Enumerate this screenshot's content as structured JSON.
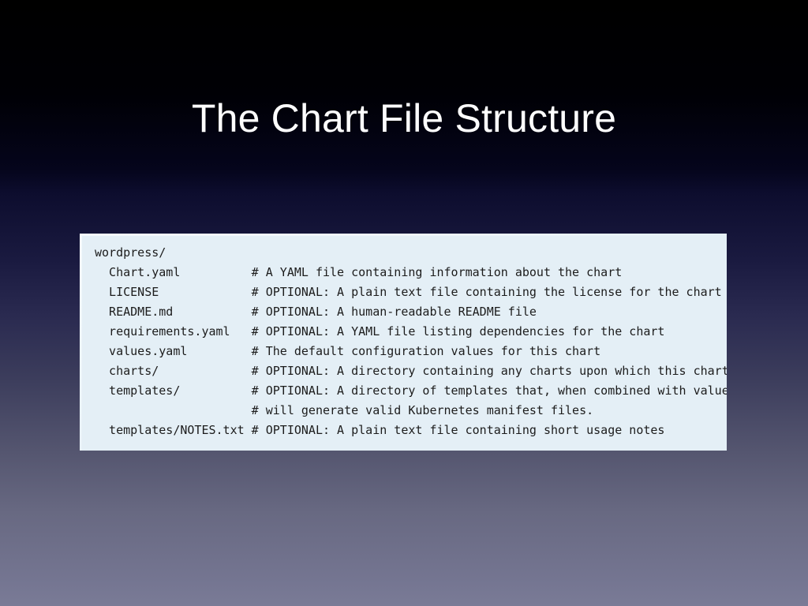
{
  "slide": {
    "title": "The Chart File Structure",
    "background": {
      "top_color": "#000000",
      "mid_color": "#0d0d2e",
      "bottom_color": "#7a7b96"
    }
  },
  "code_block": {
    "background_color": "#e4eff6",
    "text_color": "#1c1c1c",
    "clipped": true,
    "root": "wordpress/",
    "lines": [
      {
        "name": "wordpress/",
        "indent": 0,
        "comment": ""
      },
      {
        "name": "Chart.yaml",
        "indent": 2,
        "comment": "# A YAML file containing information about the chart"
      },
      {
        "name": "LICENSE",
        "indent": 2,
        "comment": "# OPTIONAL: A plain text file containing the license for the chart"
      },
      {
        "name": "README.md",
        "indent": 2,
        "comment": "# OPTIONAL: A human-readable README file"
      },
      {
        "name": "requirements.yaml",
        "indent": 2,
        "comment": "# OPTIONAL: A YAML file listing dependencies for the chart"
      },
      {
        "name": "values.yaml",
        "indent": 2,
        "comment": "# The default configuration values for this chart"
      },
      {
        "name": "charts/",
        "indent": 2,
        "comment": "# OPTIONAL: A directory containing any charts upon which this chart depends."
      },
      {
        "name": "templates/",
        "indent": 2,
        "comment": "# OPTIONAL: A directory of templates that, when combined with values,"
      },
      {
        "name": "",
        "indent": 2,
        "comment": "# will generate valid Kubernetes manifest files."
      },
      {
        "name": "templates/NOTES.txt",
        "indent": 2,
        "comment": "# OPTIONAL: A plain text file containing short usage notes"
      }
    ],
    "raw_text": "wordpress/\n  Chart.yaml          # A YAML file containing information about the chart\n  LICENSE             # OPTIONAL: A plain text file containing the license for the chart\n  README.md           # OPTIONAL: A human-readable README file\n  requirements.yaml   # OPTIONAL: A YAML file listing dependencies for the chart\n  values.yaml         # The default configuration values for this chart\n  charts/             # OPTIONAL: A directory containing any charts upon which this chart depends.\n  templates/          # OPTIONAL: A directory of templates that, when combined with values,\n                      # will generate valid Kubernetes manifest files.\n  templates/NOTES.txt # OPTIONAL: A plain text file containing short usage notes"
  }
}
